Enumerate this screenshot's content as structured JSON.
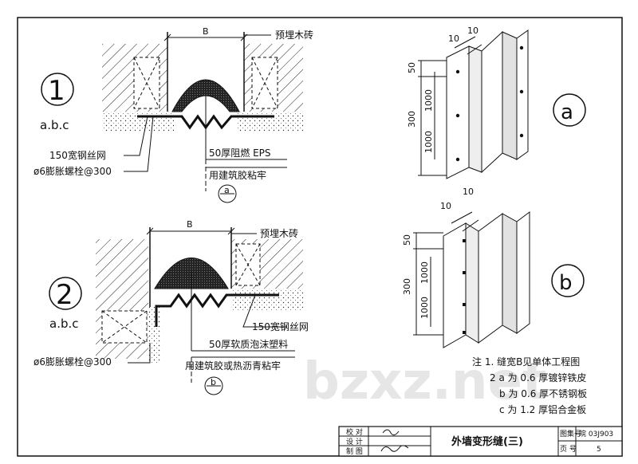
{
  "detail1": {
    "number": "1",
    "types": "a.b.c",
    "dim_b": "B",
    "label_wood": "预埋木砖",
    "label_mesh": "150宽钢丝网",
    "label_bolt": "ø6膨胀螺栓@300",
    "label_eps": "50厚阻燃 EPS",
    "label_glue": "用建筑胶粘牢",
    "callout": "a"
  },
  "detail2": {
    "number": "2",
    "types": "a.b.c",
    "dim_b": "B",
    "label_wood": "预埋木砖",
    "label_mesh": "150宽钢丝网",
    "label_bolt": "ø6膨胀螺栓@300",
    "label_foam": "50厚软质泡沫塑料",
    "label_glue": "用建筑胶或热沥青粘牢",
    "callout": "b"
  },
  "iso_a": {
    "circle": "a",
    "dim_10a": "10",
    "dim_10b": "10",
    "dim_50": "50",
    "dim_300": "300",
    "dim_1000a": "1000",
    "dim_1000b": "1000"
  },
  "iso_b": {
    "circle": "b",
    "dim_10a": "10",
    "dim_10b": "10",
    "dim_50": "50",
    "dim_300": "300",
    "dim_1000a": "1000",
    "dim_1000b": "1000"
  },
  "notes": {
    "line1": "注 1. 缝宽B见单体工程图",
    "line2": "2  a 为 0.6 厚镀锌铁皮",
    "line3": "b 为 0.6 厚不锈钢板",
    "line4": "c 为 1.2 厚铝合金板"
  },
  "title_block": {
    "check": "校  对",
    "design": "设  计",
    "draw": "制  图",
    "title": "外墙变形缝(三)",
    "atlas_label": "图集号",
    "atlas_no": "皖 03J903",
    "page_label": "页  号",
    "page_no": "5"
  },
  "watermark": "bzxz.net"
}
